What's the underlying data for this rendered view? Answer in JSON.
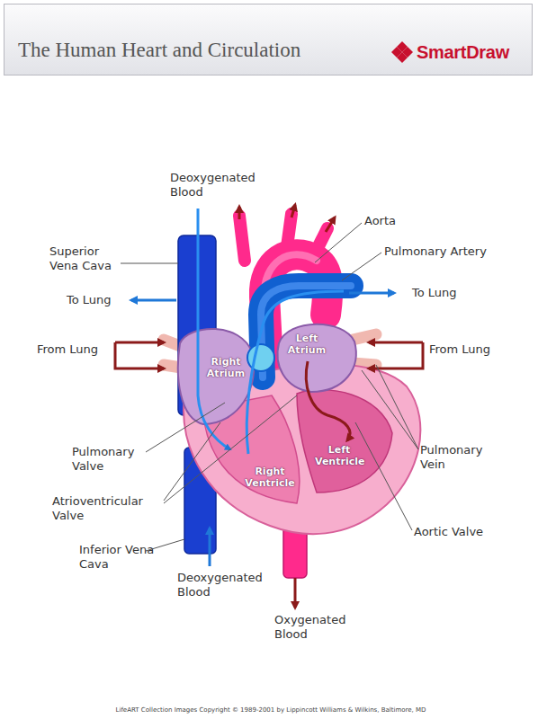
{
  "diagram": {
    "title": "The Human Heart and Circulation",
    "labels": [
      "SmartDraw",
      "Deoxygenated Blood",
      "Aorta",
      "Superior Vena Cava",
      "Pulmonary Artery",
      "To Lung",
      "To Lung",
      "Left Atrium",
      "From Lung",
      "Right Atrium",
      "From Lung",
      "Pulmonary Valve",
      "Pulmonary Vein",
      "Left Ventricle",
      "Right Ventricle",
      "Atrioventricular Valve",
      "Aortic Valve",
      "Inferior Vena Cava",
      "Deoxygenated Blood",
      "Oxygenated Blood",
      "LifeART Collection Images Copyright © 1989-2001 by Lippincott Williams & Wilkins, Baltimore, MD"
    ]
  }
}
